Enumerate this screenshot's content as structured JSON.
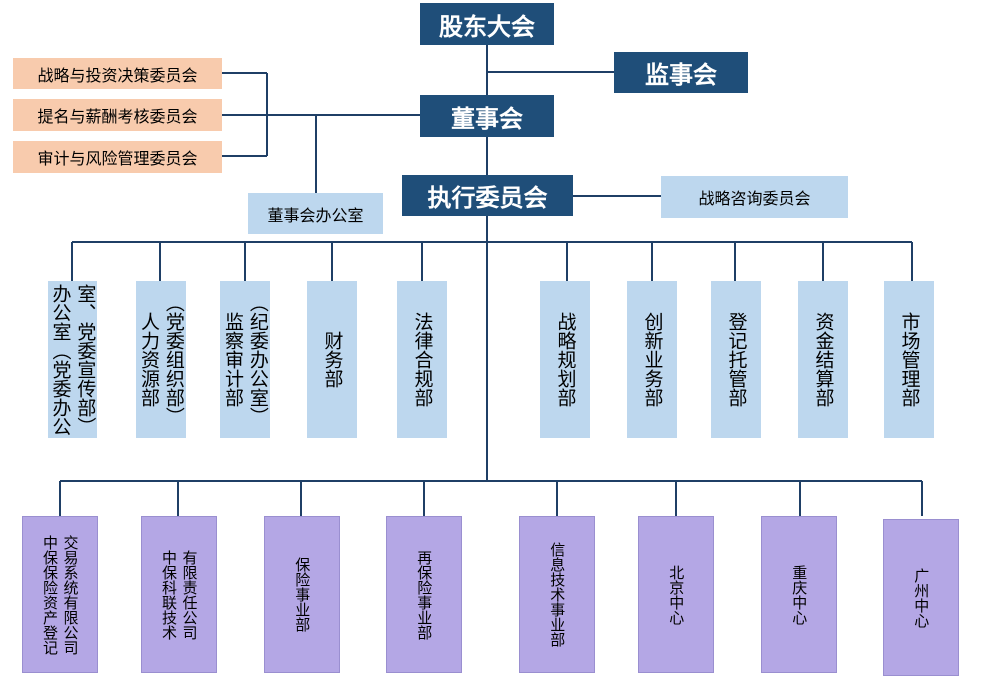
{
  "top": {
    "shareholders": "股东大会",
    "supervisors": "监事会",
    "board": "董事会",
    "executive": "执行委员会",
    "board_office": "董事会办公室",
    "strategy_advisory": "战略咨询委员会"
  },
  "committees": [
    "战略与投资决策委员会",
    "提名与薪酬考核委员会",
    "审计与风险管理委员会"
  ],
  "departments": [
    {
      "lines": [
        "室、党委宣传部）",
        "办公室（党委办公"
      ]
    },
    {
      "lines": [
        "（党委组织部）",
        "人力资源部"
      ]
    },
    {
      "lines": [
        "（纪委办公室）",
        "监察审计部"
      ]
    },
    {
      "lines": [
        "财务部"
      ]
    },
    {
      "lines": [
        "法律合规部"
      ]
    },
    {
      "lines": [
        "战略规划部"
      ]
    },
    {
      "lines": [
        "创新业务部"
      ]
    },
    {
      "lines": [
        "登记托管部"
      ]
    },
    {
      "lines": [
        "资金结算部"
      ]
    },
    {
      "lines": [
        "市场管理部"
      ]
    }
  ],
  "units": [
    {
      "lines": [
        "交易系统有限公司",
        "中保保险资产登记"
      ]
    },
    {
      "lines": [
        "有限责任公司",
        "中保科联技术"
      ]
    },
    {
      "lines": [
        "保险事业部"
      ]
    },
    {
      "lines": [
        "再保险事业部"
      ]
    },
    {
      "lines": [
        "信息技术事业部"
      ]
    },
    {
      "lines": [
        "北京中心"
      ]
    },
    {
      "lines": [
        "重庆中心"
      ]
    },
    {
      "lines": [
        "广州中心"
      ]
    }
  ],
  "colors": {
    "dark": "#1f4e79",
    "peach": "#f8cbad",
    "light_blue": "#bdd7ee",
    "purple": "#b4a7e5",
    "line": "#1f3f66"
  }
}
